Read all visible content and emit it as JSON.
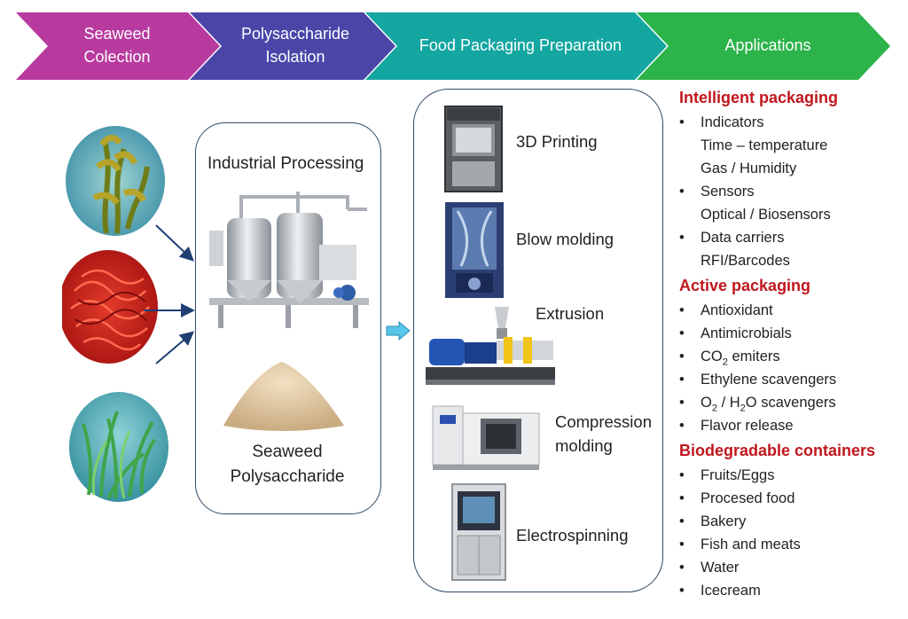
{
  "colors": {
    "step1": "#b83a9f",
    "step2": "#4a46a8",
    "step3": "#14a6a0",
    "step4": "#2cb34a",
    "box_border": "#2f4a63",
    "heading_red": "#c0171e",
    "arrow_cyan": "#57c6e8"
  },
  "steps": [
    {
      "label": "Seaweed Colection"
    },
    {
      "label": "Polysaccharide Isolation"
    },
    {
      "label": "Food Packaging Preparation"
    },
    {
      "label": "Applications"
    }
  ],
  "processing": {
    "title": "Industrial Processing",
    "product": "Seaweed Polysaccharide"
  },
  "methods": [
    {
      "label": "3D Printing",
      "icon": "3d-printer-icon"
    },
    {
      "label": "Blow molding",
      "icon": "blow-molding-machine-icon"
    },
    {
      "label": "Extrusion",
      "icon": "extruder-icon"
    },
    {
      "label": "Compression molding",
      "icon": "compression-molder-icon"
    },
    {
      "label": "Electrospinning",
      "icon": "electrospinning-unit-icon"
    }
  ],
  "applications": {
    "intelligent": {
      "heading": "Intelligent packaging",
      "items": [
        {
          "label": "Indicators",
          "subs": [
            "Time – temperature",
            "Gas / Humidity"
          ]
        },
        {
          "label": "Sensors",
          "subs": [
            "Optical / Biosensors"
          ]
        },
        {
          "label": "Data carriers",
          "subs": [
            "RFI/Barcodes"
          ]
        }
      ]
    },
    "active": {
      "heading": "Active packaging",
      "items": [
        "Antioxidant",
        "Antimicrobials",
        "CO2 emiters",
        "Ethylene scavengers",
        "O2 / H2O scavengers",
        "Flavor release"
      ]
    },
    "biodegradable": {
      "heading": "Biodegradable containers",
      "items": [
        "Fruits/Eggs",
        "Procesed food",
        "Bakery",
        "Fish and meats",
        "Water",
        "Icecream"
      ]
    }
  }
}
